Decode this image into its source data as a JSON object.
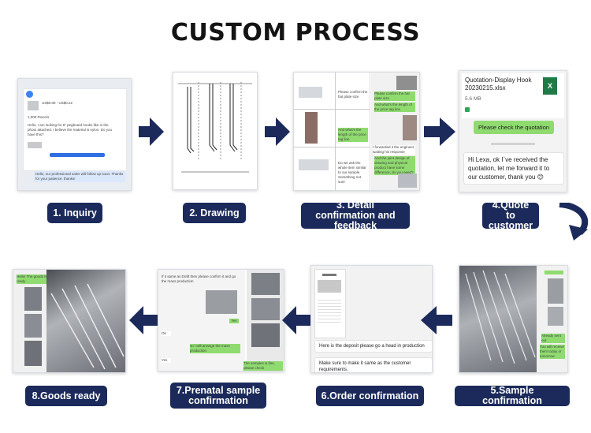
{
  "title": "CUSTOM PROCESS",
  "colors": {
    "badge": "#1b2a5a",
    "arrow": "#1b2a5a",
    "chat_green": "#8fdb6f"
  },
  "steps": [
    {
      "label": "1. Inquiry"
    },
    {
      "label": "2. Drawing"
    },
    {
      "label": "3. Detail confirmation and feedback"
    },
    {
      "label": "4.Quote to customer"
    },
    {
      "label": "5.Sample confirmation"
    },
    {
      "label": "6.Order confirmation"
    },
    {
      "label": "7.Prenatal sample confirmation"
    },
    {
      "label": "8.Goods ready"
    }
  ],
  "inquiry": {
    "price": "US$0.09 - US$0.22",
    "qty": "1,000 Piece/s",
    "msg": "Hello, I am looking for 6\" pegboard hooks like in the photo attached. I believe the material is nylon. Do you have this?",
    "reply": "Hello, our professional sales will follow up soon. Thanks for your patience. thanks!"
  },
  "quote": {
    "file_name": "Quotation-Display Hook 20230215.xlsx",
    "file_size": "5.6 MB",
    "file_icon": "X",
    "green_msg": "Please check the quotation",
    "reply": "Hi Lexa, ok I`ve received the quotation, let me forward it to our customer, thank you 😊"
  },
  "detail": {
    "m1": "Please confirm the hat plate size",
    "m2": "And what's the length of the price tag line",
    "m3": "I forwarded it the engineer, waiting his response",
    "m4": "And the joint design of drawing and physical product have some difference, do you need?",
    "m5": "Do we ask the whole item similar to our sample. Something not sure"
  },
  "order": {
    "m1": "Here is the deposit please go a head in production",
    "m2": "Make sure to make it same as the customer requirements."
  },
  "sample": {
    "m1": "Already sent out",
    "m2": "You will receive them today or tomorrow"
  },
  "prenatal": {
    "m1": "If it same as Draft then please confirm it and go the mass production",
    "m2": "Yes",
    "m3": "Ok",
    "m4": "so i will arrange the mass production",
    "m5": "Yes",
    "m6": "The samples is fine, please check"
  },
  "goods": {
    "m1": "Hello! The goods is ready"
  }
}
